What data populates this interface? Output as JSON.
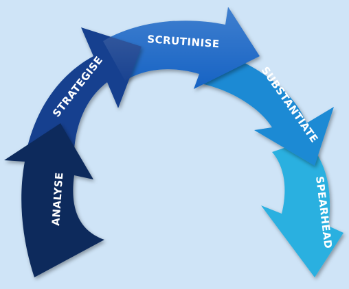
{
  "colors": {
    "background": "#cfe4f7",
    "analyse": "#0b2a5c",
    "strategise": "#123f8f",
    "scrutinise": "#1664c4",
    "substantiate": "#1c8ad4",
    "spearhead": "#2bb0e0"
  },
  "stages": [
    {
      "id": "analyse",
      "label": "ANALYSE"
    },
    {
      "id": "strategise",
      "label": "STRATEGISE"
    },
    {
      "id": "scrutinise",
      "label": "SCRUTINISE"
    },
    {
      "id": "substantiate",
      "label": "SUBSTANTIATE"
    },
    {
      "id": "spearhead",
      "label": "SPEARHEAD"
    }
  ]
}
